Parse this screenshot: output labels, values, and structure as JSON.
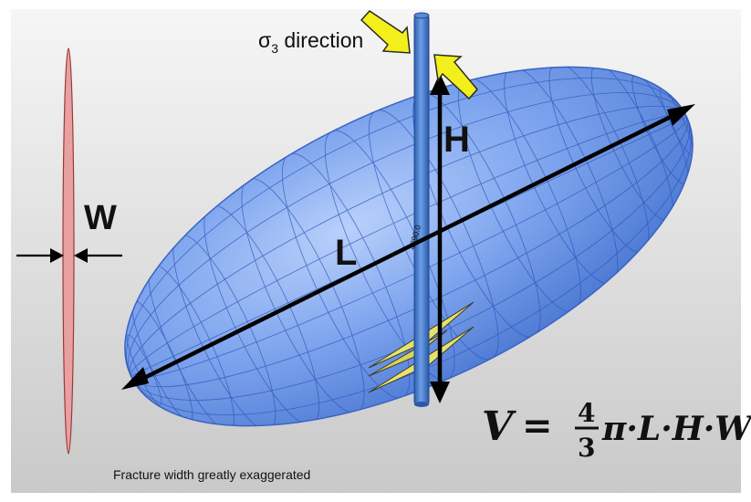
{
  "labels": {
    "sigma_symbol": "σ",
    "sigma_subscript": "3",
    "sigma_suffix": " direction",
    "height": "H",
    "length": "L",
    "width": "W",
    "wellbore_mark": "4390.0",
    "caption": "Fracture width greatly exaggerated"
  },
  "formula": {
    "lhs": "V",
    "equals": "=",
    "numerator": "4",
    "denominator": "3",
    "rhs": "π·L·H·W"
  },
  "colors": {
    "ellipsoid_fill": "#6c97e3",
    "grid_line": "#2a52b8",
    "width_ellipse_fill": "#e8a0a0",
    "arrow_yellow": "#f2ef1a",
    "wellbore": "#3a6fc0"
  }
}
